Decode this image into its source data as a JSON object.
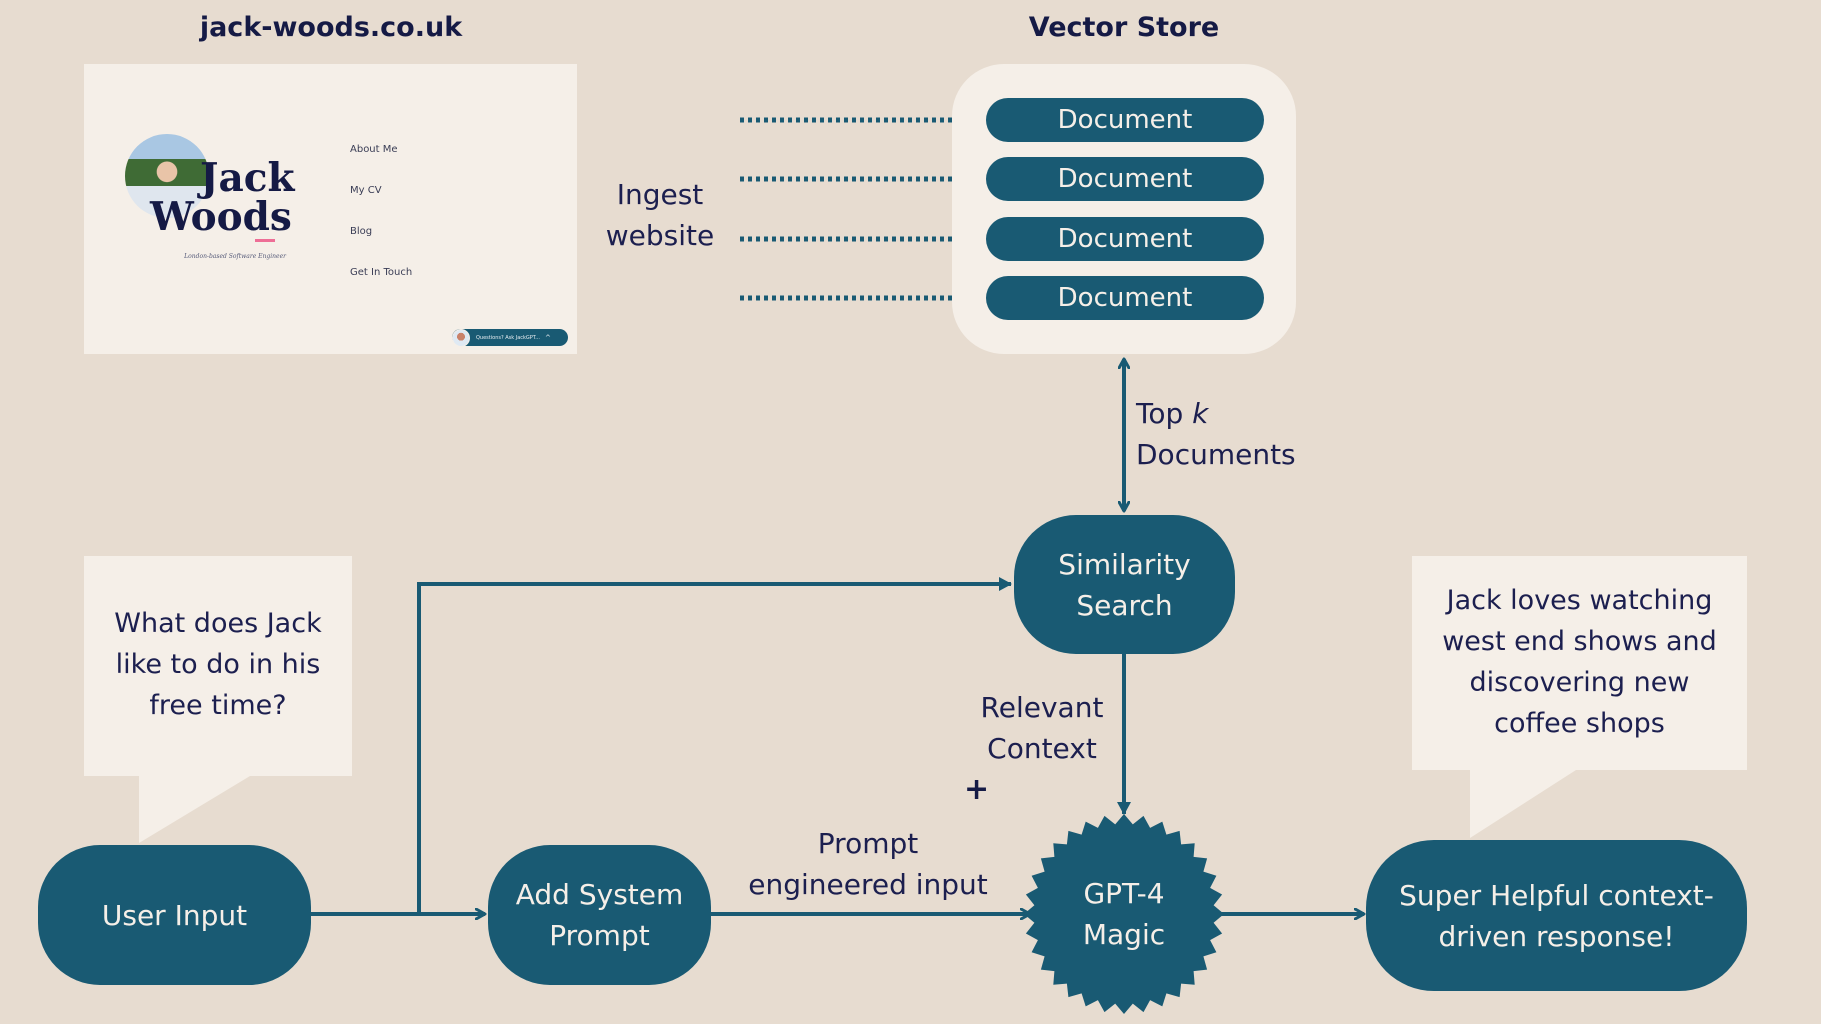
{
  "colors": {
    "background": "#E7DCD0",
    "card": "#F5EFE8",
    "node": "#195A73",
    "text": "#1C1F4F",
    "accent_pink": "#EE6E96"
  },
  "website": {
    "title": "jack-woods.co.uk",
    "preview": {
      "name_line1": "Jack",
      "name_line2": "Woods",
      "tagline": "London-based Software Engineer",
      "nav": [
        "About Me",
        "My CV",
        "Blog",
        "Get In Touch"
      ],
      "chat_widget": "Questions? Ask JackGPT...",
      "chat_icon": "caret-up-icon"
    }
  },
  "vector_store": {
    "title": "Vector Store",
    "documents": [
      "Document",
      "Document",
      "Document",
      "Document"
    ]
  },
  "labels": {
    "ingest_line1": "Ingest",
    "ingest_line2": "website",
    "topk_prefix": "Top ",
    "topk_k": "k",
    "topk_line2": "Documents",
    "relevant_line1": "Relevant",
    "relevant_line2": "Context",
    "plus": "+",
    "prompt_line1": "Prompt",
    "prompt_line2": "engineered input"
  },
  "nodes": {
    "similarity_line1": "Similarity",
    "similarity_line2": "Search",
    "user_input": "User Input",
    "system_prompt_line1": "Add System",
    "system_prompt_line2": "Prompt",
    "gpt_line1": "GPT-4",
    "gpt_line2": "Magic",
    "response_line1": "Super Helpful context-",
    "response_line2": "driven response!"
  },
  "bubbles": {
    "question": [
      "What does Jack",
      "like to do in his",
      "free time?"
    ],
    "answer": [
      "Jack loves watching",
      "west end shows and",
      "discovering new",
      "coffee shops"
    ]
  }
}
